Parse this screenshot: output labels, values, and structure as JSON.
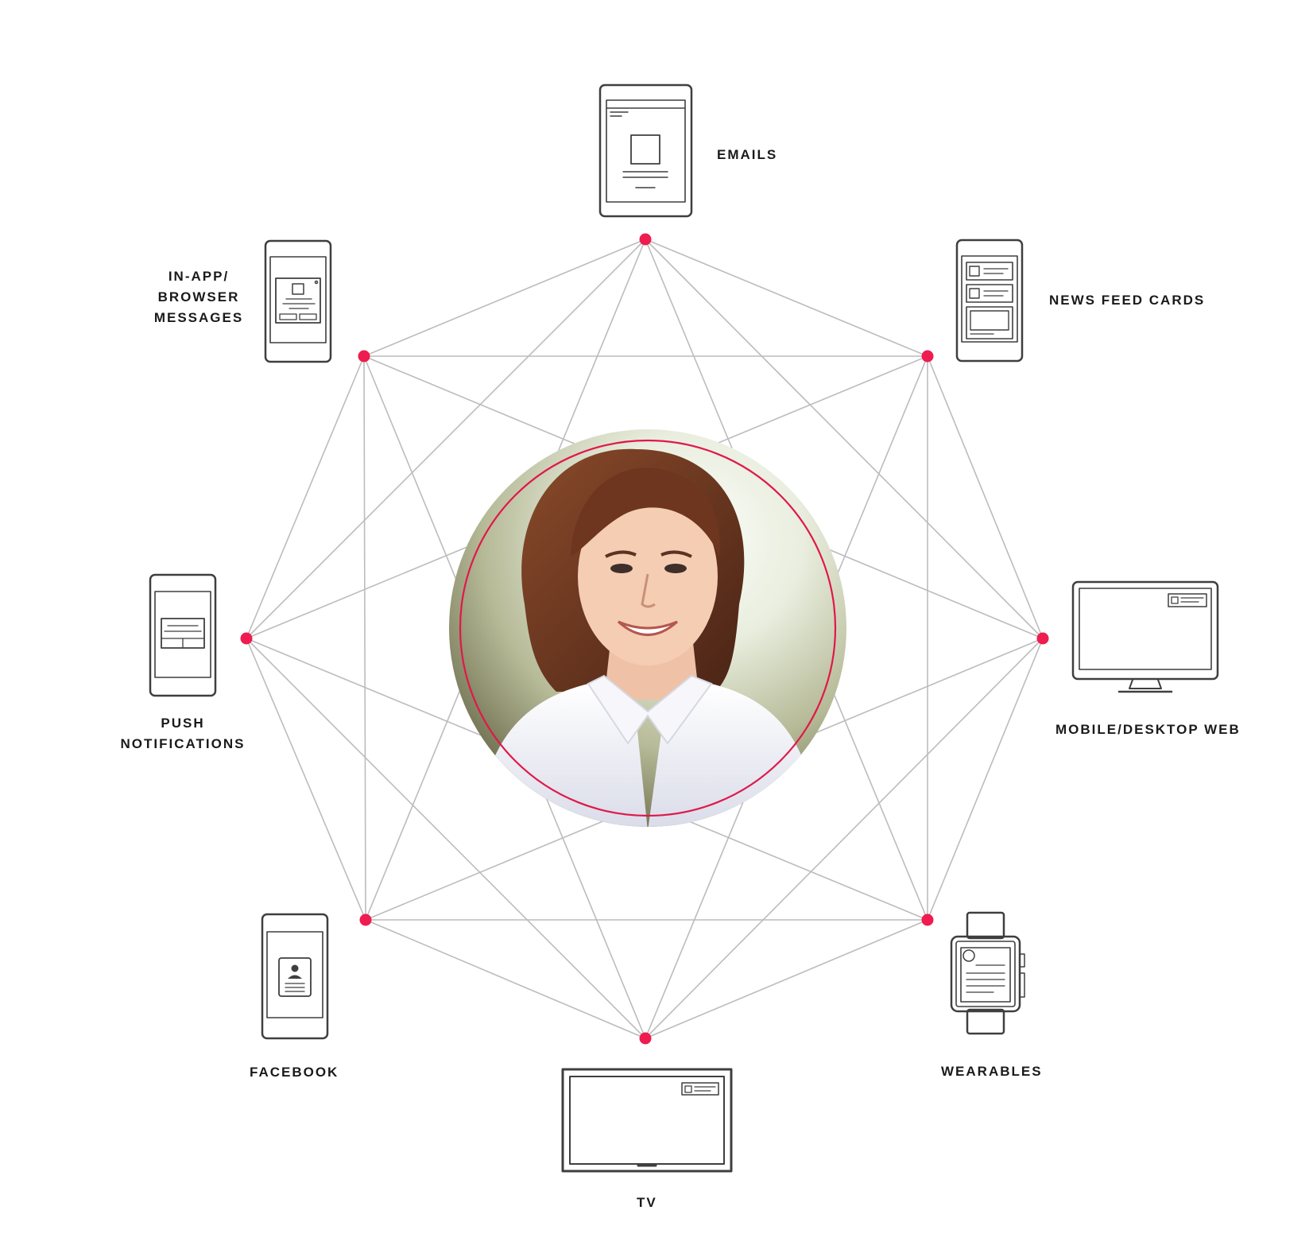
{
  "accent_color": "#ee1c4f",
  "line_color": "#bcbcbc",
  "icon_color": "#3f3f3f",
  "center": {
    "image": "smiling woman portrait",
    "ring_color": "#e0184a"
  },
  "channels": {
    "emails": {
      "label": "EMAILS",
      "icon": "tablet-email-icon"
    },
    "news_feed": {
      "label": "NEWS FEED CARDS",
      "icon": "phone-feed-cards-icon"
    },
    "web": {
      "label": "MOBILE/DESKTOP WEB",
      "icon": "desktop-monitor-icon"
    },
    "wearables": {
      "label": "WEARABLES",
      "icon": "smartwatch-icon"
    },
    "tv": {
      "label": "TV",
      "icon": "tv-screen-icon"
    },
    "facebook": {
      "label": "FACEBOOK",
      "icon": "phone-profile-icon"
    },
    "push": {
      "lines": [
        "PUSH",
        "NOTIFICATIONS"
      ],
      "icon": "phone-push-icon"
    },
    "inapp": {
      "lines": [
        "IN-APP/",
        "BROWSER",
        "MESSAGES"
      ],
      "icon": "phone-modal-icon"
    }
  }
}
